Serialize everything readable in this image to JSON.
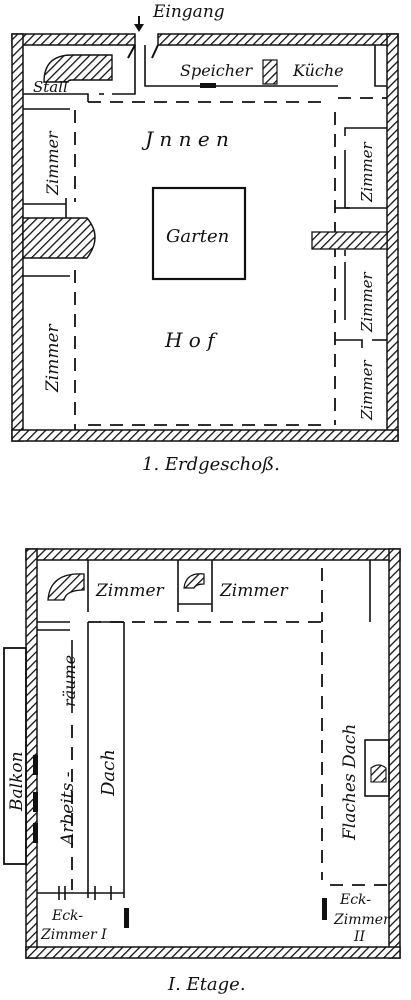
{
  "colors": {
    "ink": "#111111",
    "paper": "#ffffff"
  },
  "ground_floor": {
    "caption": "1. Erdgeschoß.",
    "entrance": "Eingang",
    "stable": "Stall",
    "storeroom": "Speicher",
    "kitchen": "Küche",
    "inner_word_1": "J n n e n",
    "inner_word_2": "H o f",
    "garden": "Garten",
    "room": "Zimmer"
  },
  "upper_floor": {
    "caption": "I. Etage.",
    "balcony": "Balkon",
    "room": "Zimmer",
    "work_rooms_1": "Arbeits -",
    "work_rooms_2": "räume",
    "roof": "Dach",
    "flat_roof": "Flaches Dach",
    "corner_room_left_1": "Eck-",
    "corner_room_left_2": "Zimmer I",
    "corner_room_right_1": "Eck-",
    "corner_room_right_2": "Zimmer",
    "corner_room_right_3": "II"
  }
}
